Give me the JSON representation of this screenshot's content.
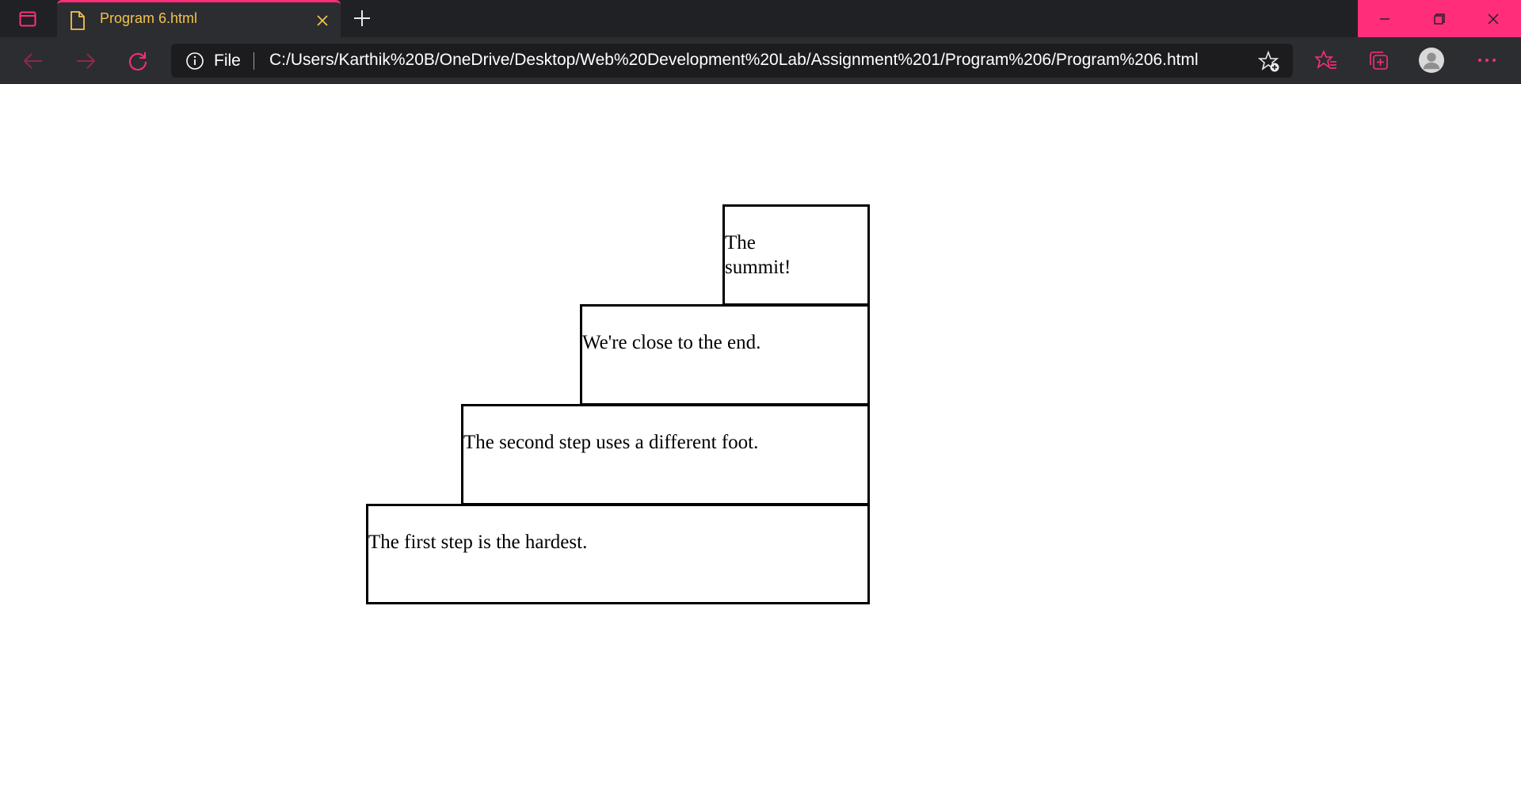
{
  "browser": {
    "tab_title": "Program 6.html",
    "address": {
      "scheme_label": "File",
      "url": "C:/Users/Karthik%20B/OneDrive/Desktop/Web%20Development%20Lab/Assignment%201/Program%206/Program%206.html"
    },
    "accent_color": "#ff2d7a",
    "tab_title_color": "#f2c24b"
  },
  "page": {
    "steps": [
      {
        "text": "The summit!"
      },
      {
        "text": "We're close to the end."
      },
      {
        "text": "The second step uses a different foot."
      },
      {
        "text": "The first step is the hardest."
      }
    ]
  }
}
